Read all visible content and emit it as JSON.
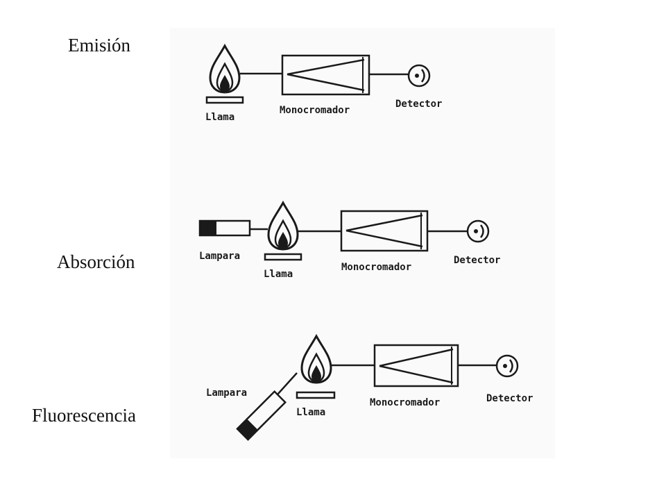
{
  "sections": [
    {
      "title": "Emisión"
    },
    {
      "title": "Absorción"
    },
    {
      "title": "Fluorescencia"
    }
  ],
  "components": {
    "flame": "Llama",
    "monochromator": "Monocromador",
    "detector": "Detector",
    "lamp": "Lampara"
  },
  "colors": {
    "ink": "#1a1a1a",
    "text": "#111111"
  }
}
